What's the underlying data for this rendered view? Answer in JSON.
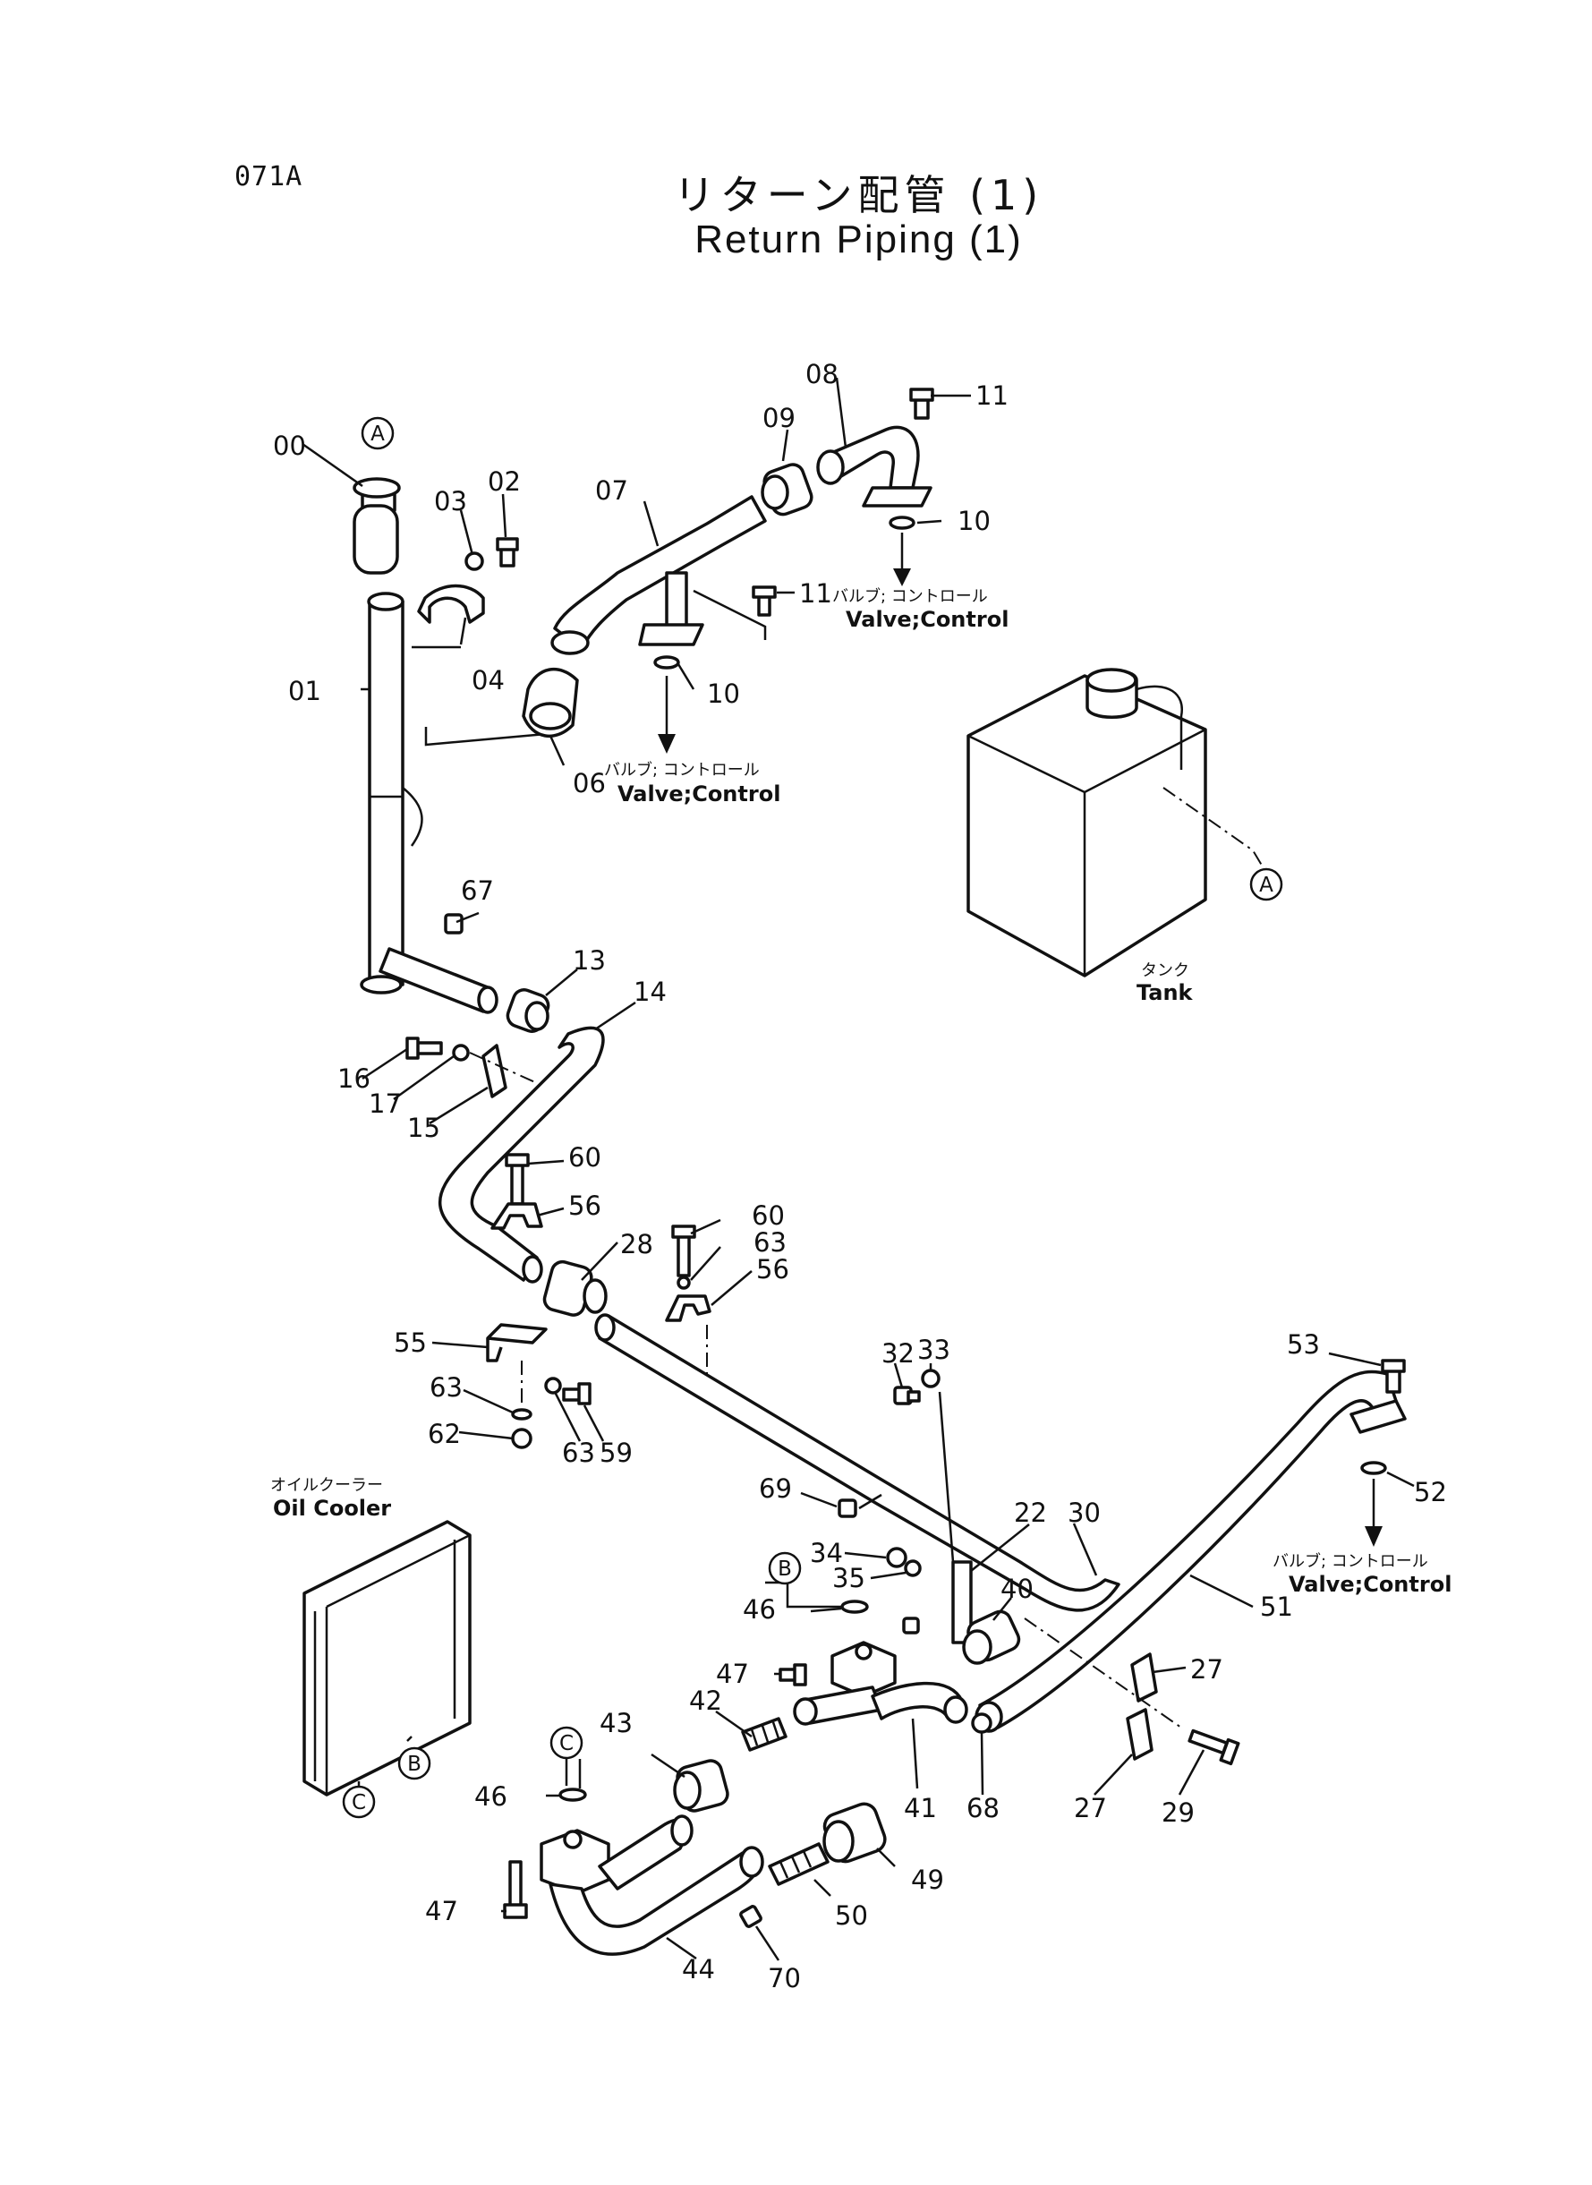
{
  "page_number": "071A",
  "title": {
    "ja": "リターン配管 (1)",
    "en": "Return Piping (1)"
  },
  "callouts": {
    "c00": "00",
    "c01": "01",
    "c02": "02",
    "c03": "03",
    "c04": "04",
    "c06": "06",
    "c07": "07",
    "c08": "08",
    "c09": "09",
    "c10a": "10",
    "c10b": "10",
    "c11a": "11",
    "c11b": "11",
    "c13": "13",
    "c14": "14",
    "c15": "15",
    "c16": "16",
    "c17": "17",
    "c22": "22",
    "c27a": "27",
    "c27b": "27",
    "c28": "28",
    "c29": "29",
    "c30": "30",
    "c32": "32",
    "c33": "33",
    "c34": "34",
    "c35": "35",
    "c40": "40",
    "c41": "41",
    "c42": "42",
    "c43": "43",
    "c44": "44",
    "c46a": "46",
    "c46b": "46",
    "c47a": "47",
    "c47b": "47",
    "c49": "49",
    "c50": "50",
    "c51": "51",
    "c52": "52",
    "c53": "53",
    "c55": "55",
    "c56a": "56",
    "c56b": "56",
    "c59": "59",
    "c60a": "60",
    "c60b": "60",
    "c62": "62",
    "c63a": "63",
    "c63b": "63",
    "c63c": "63",
    "c67": "67",
    "c68": "68",
    "c69": "69",
    "c70": "70"
  },
  "refs": {
    "A1": "A",
    "A2": "A",
    "B1": "B",
    "B2": "B",
    "C1": "C",
    "C2": "C"
  },
  "annotations": {
    "valve1_ja": "バルブ; コントロール",
    "valve1_en": "Valve;Control",
    "valve2_ja": "バルブ; コントロール",
    "valve2_en": "Valve;Control",
    "valve3_ja": "バルブ; コントロール",
    "valve3_en": "Valve;Control",
    "tank_ja": "タンク",
    "tank_en": "Tank",
    "cooler_ja": "オイルクーラー",
    "cooler_en": "Oil Cooler"
  }
}
